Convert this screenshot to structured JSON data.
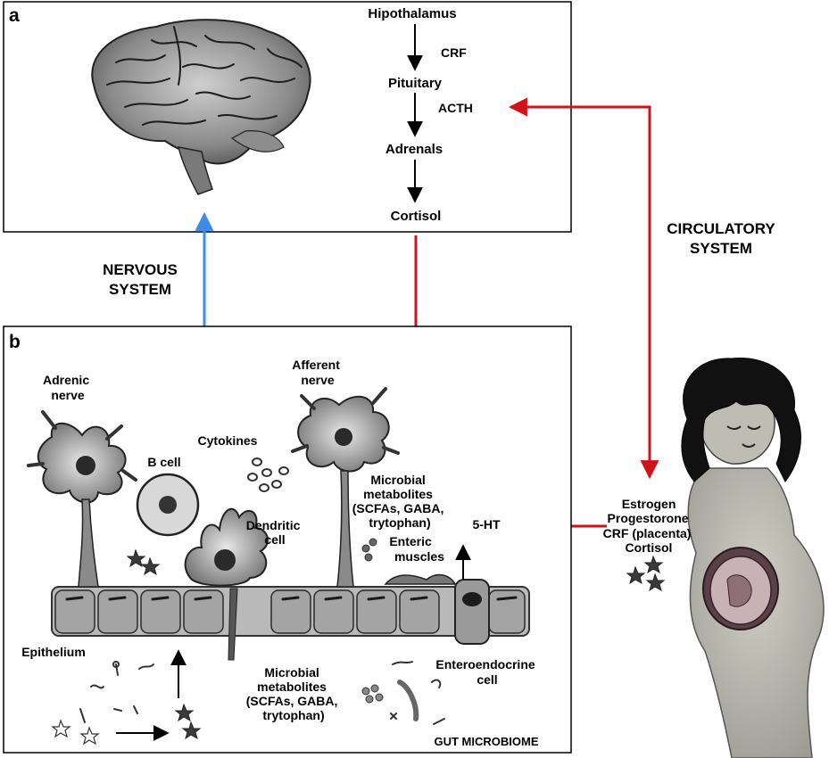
{
  "panel_a": {
    "letter": "a",
    "hpa_axis": [
      "Hipothalamus",
      "Pituitary",
      "Adrenals",
      "Cortisol"
    ],
    "hormones": {
      "crf": "CRF",
      "acth": "ACTH"
    }
  },
  "panel_b": {
    "letter": "b",
    "labels": {
      "adrenic_nerve": [
        "Adrenic",
        "nerve"
      ],
      "afferent_nerve": [
        "Afferent",
        "nerve"
      ],
      "cytokines": "Cytokines",
      "b_cell": "B cell",
      "dendritic_cell": [
        "Dendritic",
        "cell"
      ],
      "microbial_top": [
        "Microbial",
        "metabolites",
        "(SCFAs, GABA,",
        "trytophan)"
      ],
      "enteric_muscles": [
        "Enteric",
        "muscles"
      ],
      "serotonin": "5-HT",
      "epithelium": "Epithelium",
      "microbial_bottom": [
        "Microbial",
        "metabolites",
        "(SCFAs, GABA,",
        "trytophan)"
      ],
      "enteroendocrine": [
        "Enteroendocrine",
        "cell"
      ],
      "gut_microbiome": "GUT MICROBIOME"
    }
  },
  "nervous_system": [
    "NERVOUS",
    "SYSTEM"
  ],
  "circulatory_system": [
    "CIRCULATORY",
    "SYSTEM"
  ],
  "pregnancy_hormones": [
    "Estrogen",
    "Progestorone",
    "CRF (placenta)",
    "Cortisol"
  ],
  "colors": {
    "red_arrow": "#d0121b",
    "blue_arrow": "#3b8de8",
    "ink": "#000000",
    "tissue": "#9a9a9a"
  }
}
